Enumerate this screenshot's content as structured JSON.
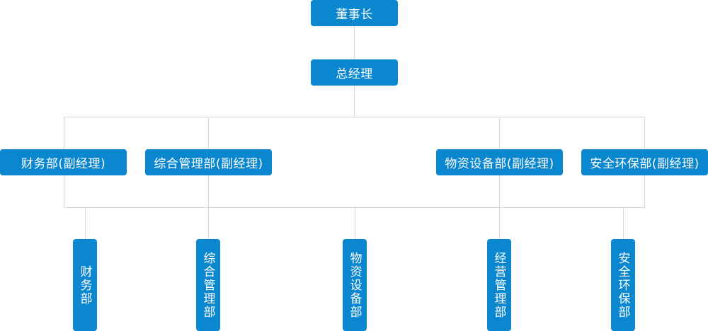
{
  "top": {
    "chairman": "董事长",
    "general_manager": "总经理"
  },
  "deputies": [
    {
      "label": "财务部(副经理)"
    },
    {
      "label": "综合管理部(副经理)"
    },
    {
      "label": "物资设备部(副经理)"
    },
    {
      "label": "安全环保部(副经理)"
    }
  ],
  "departments": [
    {
      "label": "财务部"
    },
    {
      "label": "综合管理部"
    },
    {
      "label": "物资设备部"
    },
    {
      "label": "经营管理部"
    },
    {
      "label": "安全环保部"
    }
  ],
  "colors": {
    "box": "#0b87cf",
    "connector": "#d7d7d7"
  }
}
